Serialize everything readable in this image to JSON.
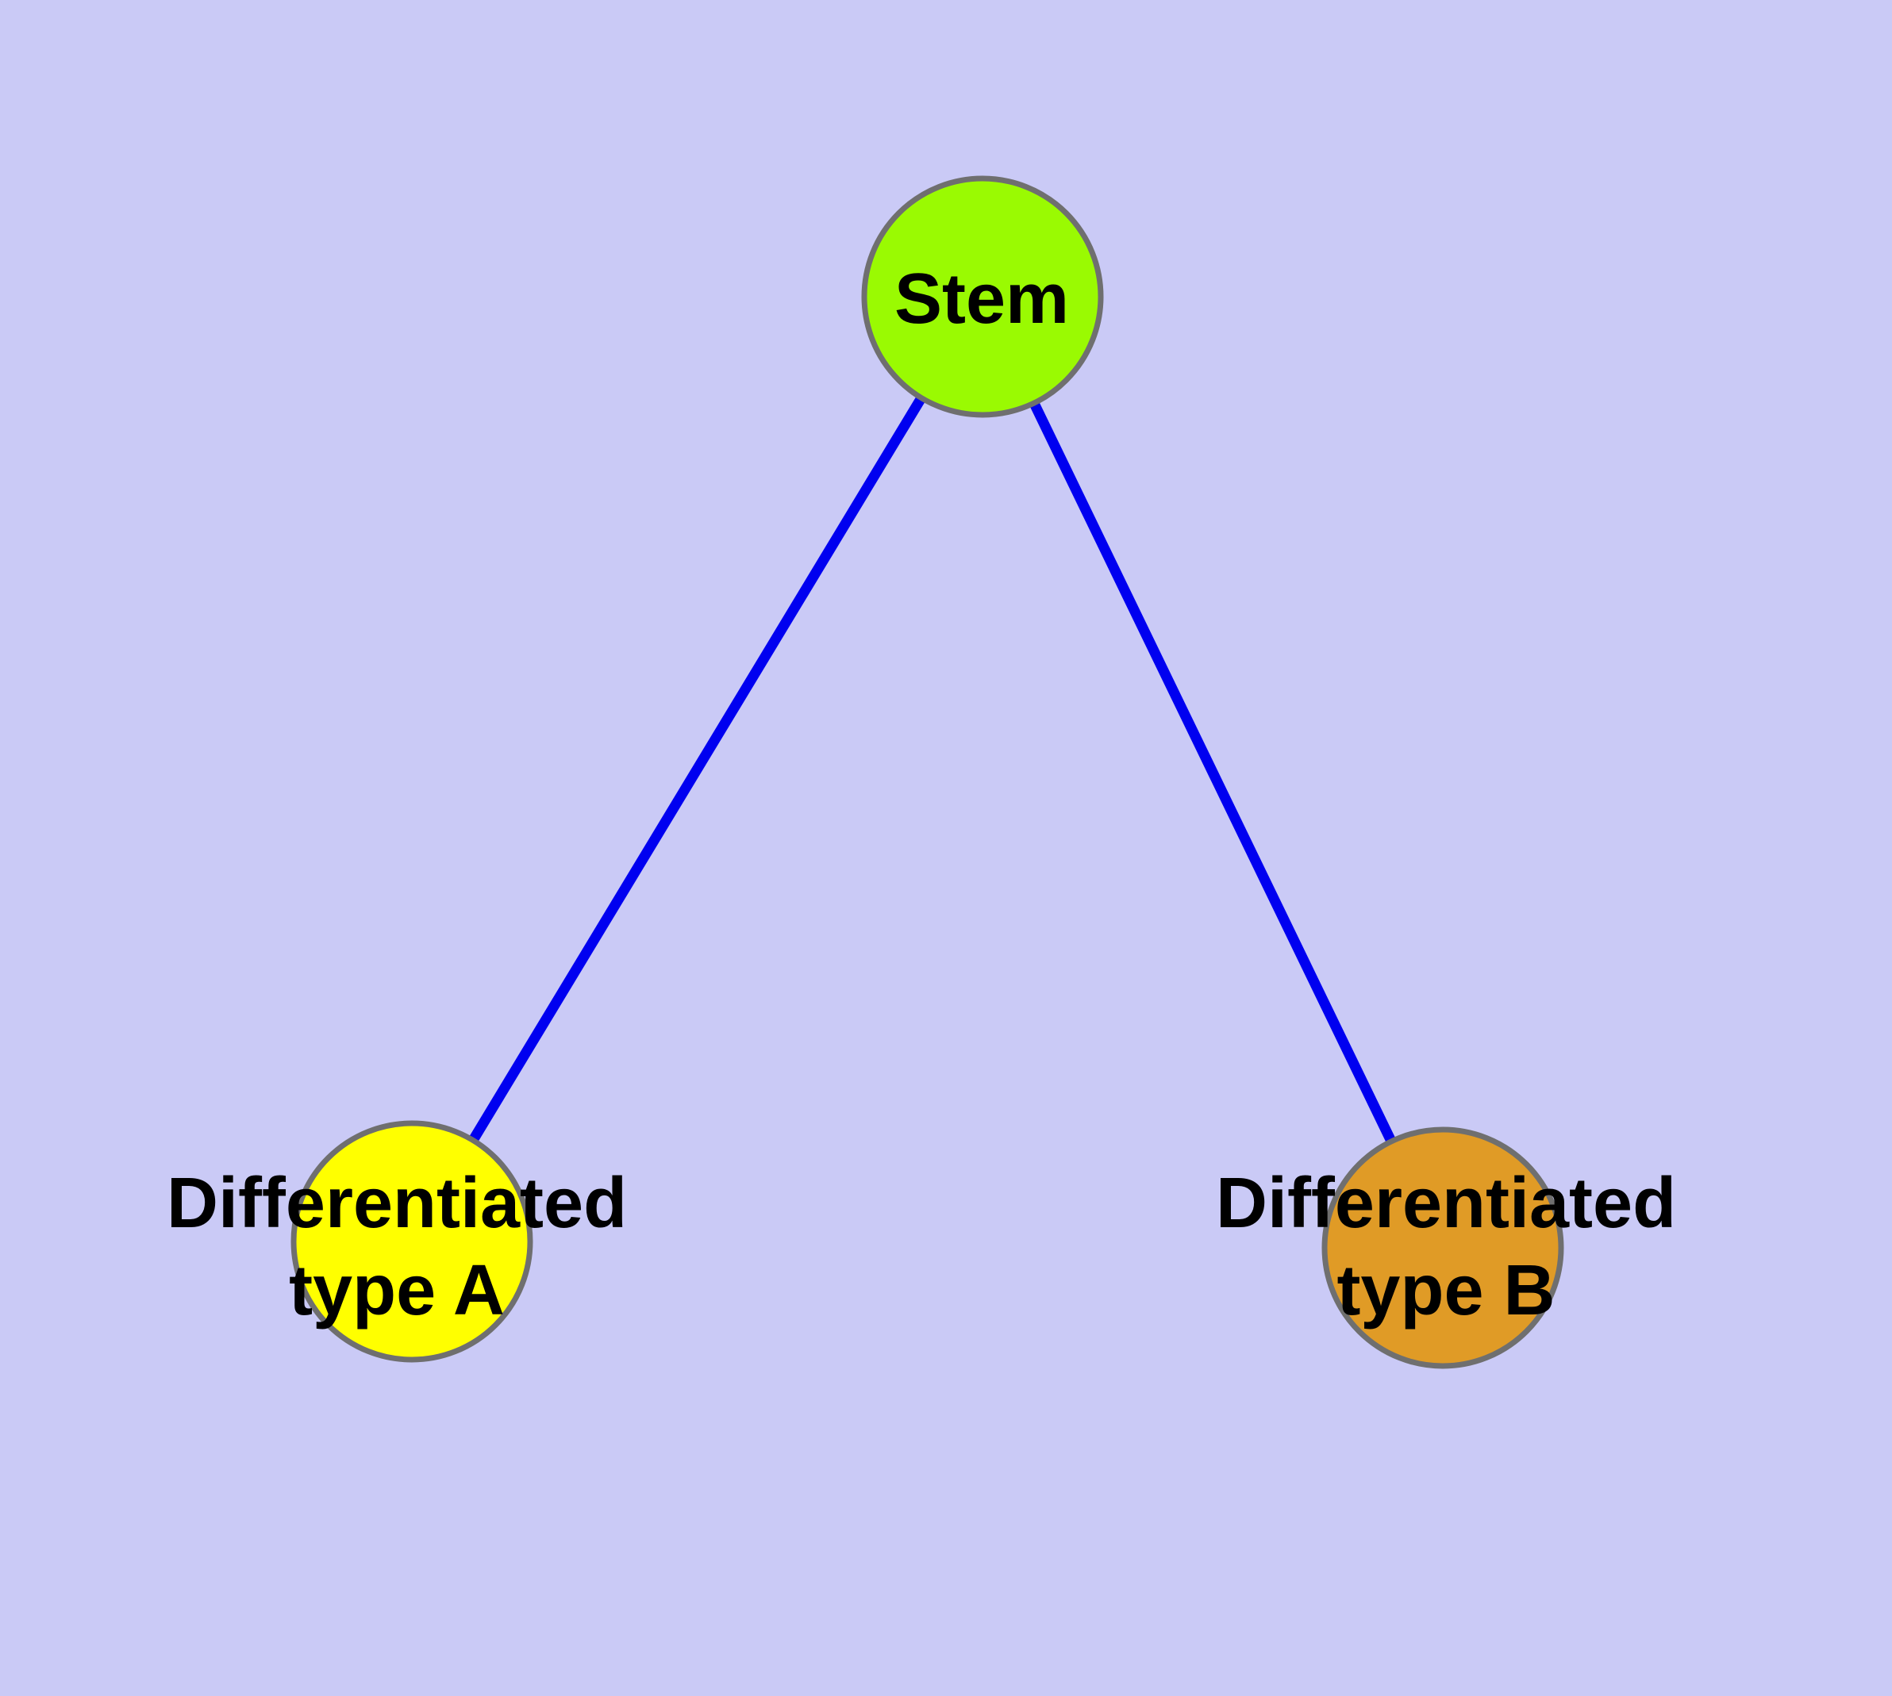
{
  "diagram": {
    "type": "node-link-graph",
    "background_color": "#cacaf6",
    "edge_color": "#0000f0",
    "node_border_color": "#6f6f6f",
    "text_color": "#000000",
    "nodes": [
      {
        "id": "stem",
        "label": "Stem",
        "label_lines": [
          "Stem"
        ],
        "fill_color": "#9afa02"
      },
      {
        "id": "differentiated-type-a",
        "label": "Differentiated type A",
        "label_lines": [
          "Differentiated",
          "type A"
        ],
        "fill_color": "#ffff00"
      },
      {
        "id": "differentiated-type-b",
        "label": "Differentiated type B",
        "label_lines": [
          "Differentiated",
          "type B"
        ],
        "fill_color": "#e09b26"
      }
    ],
    "edges": [
      {
        "from": "stem",
        "to": "differentiated-type-a"
      },
      {
        "from": "stem",
        "to": "differentiated-type-b"
      }
    ]
  }
}
